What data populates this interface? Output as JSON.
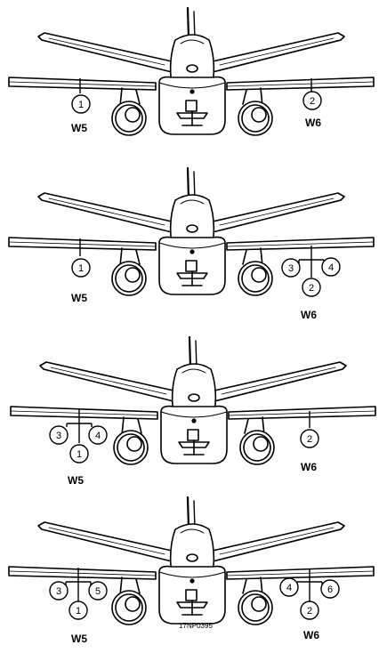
{
  "figure_code": "17NP0395",
  "panels": [
    {
      "left_station": "W5",
      "right_station": "W6",
      "left_stores": [
        "1"
      ],
      "right_stores": [
        "2"
      ]
    },
    {
      "left_station": "W5",
      "right_station": "W6",
      "left_stores": [
        "1"
      ],
      "right_stores": [
        "3",
        "4",
        "2"
      ]
    },
    {
      "left_station": "W5",
      "right_station": "W6",
      "left_stores": [
        "3",
        "4",
        "1"
      ],
      "right_stores": [
        "2"
      ]
    },
    {
      "left_station": "W5",
      "right_station": "W6",
      "left_stores": [
        "3",
        "5",
        "1"
      ],
      "right_stores": [
        "4",
        "6",
        "2"
      ]
    }
  ]
}
